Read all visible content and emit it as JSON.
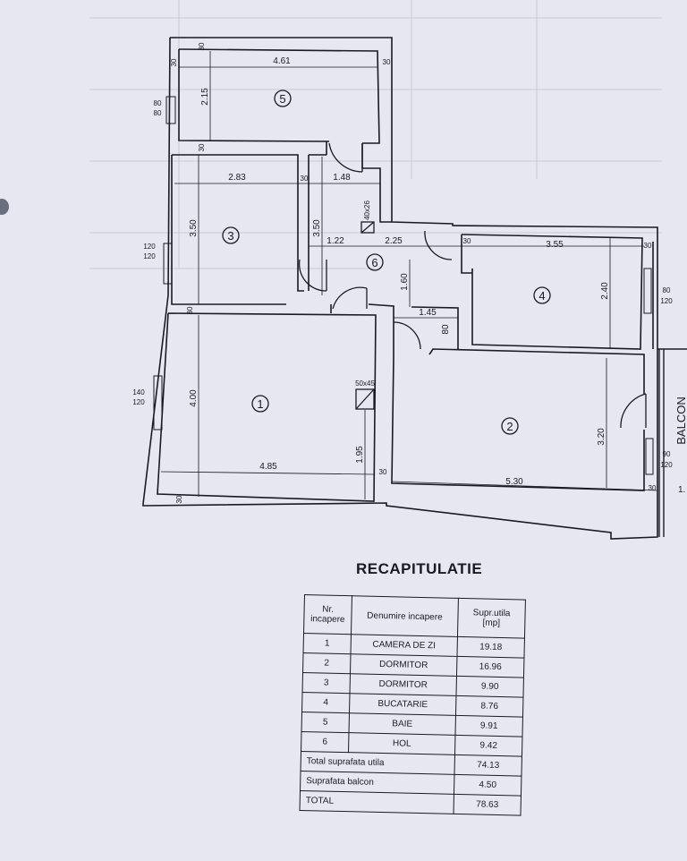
{
  "plan": {
    "rooms": [
      {
        "num": "1"
      },
      {
        "num": "2"
      },
      {
        "num": "3"
      },
      {
        "num": "4"
      },
      {
        "num": "5"
      },
      {
        "num": "6"
      }
    ],
    "dimensions": {
      "d461": "4.61",
      "d215": "2.15",
      "d283": "2.83",
      "d148": "1.48",
      "d350a": "3.50",
      "d350b": "3.50",
      "d122": "1.22",
      "d225": "2.25",
      "d355": "3.55",
      "d240": "2.40",
      "d160": "1.60",
      "d145": "1.45",
      "d80v": "80",
      "d400": "4.00",
      "d195": "1.95",
      "d485": "4.85",
      "d320": "3.20",
      "d530": "5.30",
      "d1": "1."
    },
    "wall_marks": {
      "m30": "30",
      "w80": "80",
      "w120": "120",
      "w140": "140",
      "w90": "90",
      "vent1": "40x26",
      "vent2": "50x45"
    },
    "balcony": "BALCON"
  },
  "recap": {
    "title": "RECAPITULATIE",
    "headers": {
      "nr": [
        "Nr.",
        "incapere"
      ],
      "name": "Denumire incapere",
      "area": [
        "Supr.utila",
        "[mp]"
      ]
    },
    "rows": [
      {
        "nr": "1",
        "name": "CAMERA DE ZI",
        "area": "19.18"
      },
      {
        "nr": "2",
        "name": "DORMITOR",
        "area": "16.96"
      },
      {
        "nr": "3",
        "name": "DORMITOR",
        "area": "9.90"
      },
      {
        "nr": "4",
        "name": "BUCATARIE",
        "area": "8.76"
      },
      {
        "nr": "5",
        "name": "BAIE",
        "area": "9.91"
      },
      {
        "nr": "6",
        "name": "HOL",
        "area": "9.42"
      }
    ],
    "totals": [
      {
        "label": "Total suprafata utila",
        "value": "74.13"
      },
      {
        "label": "Suprafata balcon",
        "value": "4.50"
      },
      {
        "label": "TOTAL",
        "value": "78.63"
      }
    ]
  }
}
